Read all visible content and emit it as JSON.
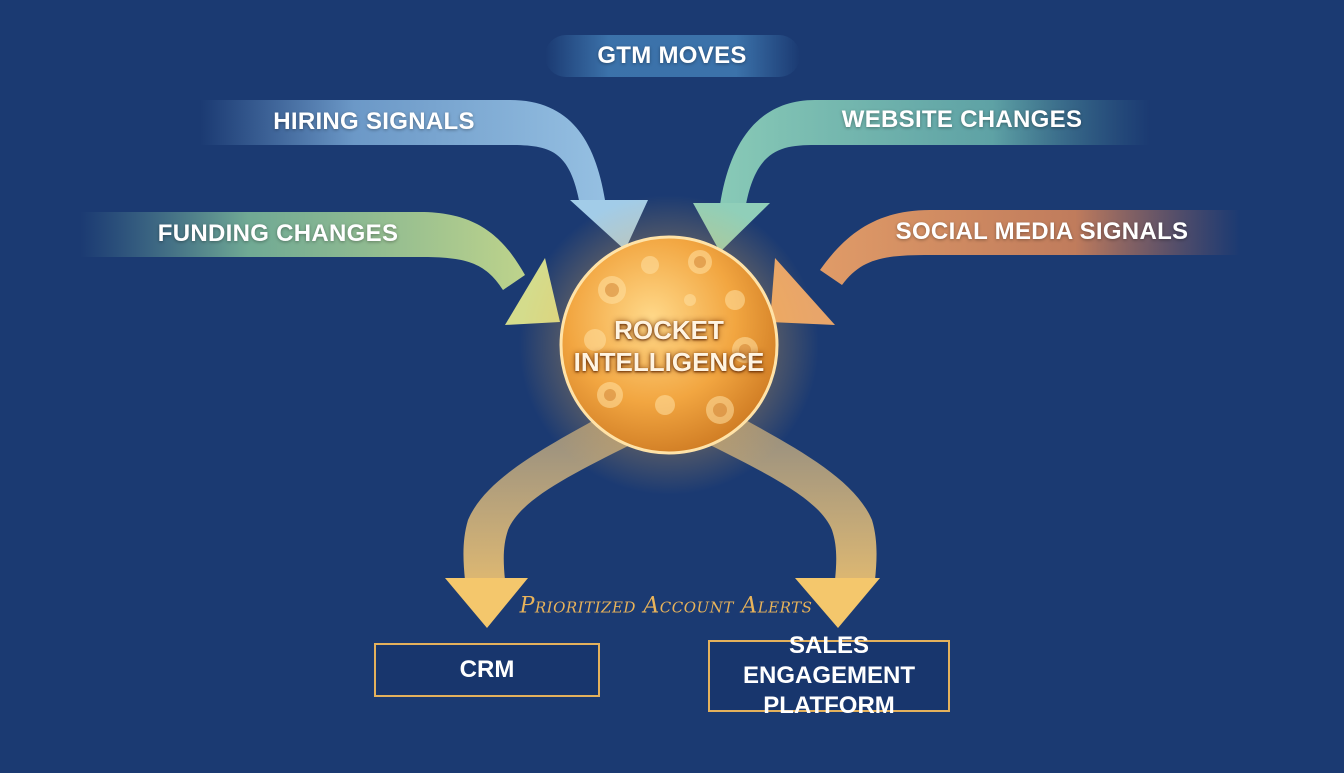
{
  "diagram": {
    "center": {
      "line1": "ROCKET",
      "line2": "INTELLIGENCE"
    },
    "inputs": [
      {
        "id": "gtm",
        "label": "GTM MOVES"
      },
      {
        "id": "hiring",
        "label": "HIRING SIGNALS"
      },
      {
        "id": "website",
        "label": "WEBSITE CHANGES"
      },
      {
        "id": "funding",
        "label": "FUNDING CHANGES"
      },
      {
        "id": "social",
        "label": "SOCIAL MEDIA SIGNALS"
      }
    ],
    "output_caption": "Prioritized Account Alerts",
    "outputs": [
      {
        "id": "crm",
        "label": "CRM"
      },
      {
        "id": "sep",
        "label": "SALES ENGAGEMENT PLATFORM"
      }
    ]
  },
  "colors": {
    "background": "#1b3a72",
    "gtm": "#3f78b0",
    "hiring": "#8ab8de",
    "website": "#7fc3b4",
    "funding": "#8cc49a",
    "social": "#d9895a",
    "output": "#f2c66e",
    "core": "#f0a23c",
    "box_border": "#e4b15c"
  }
}
